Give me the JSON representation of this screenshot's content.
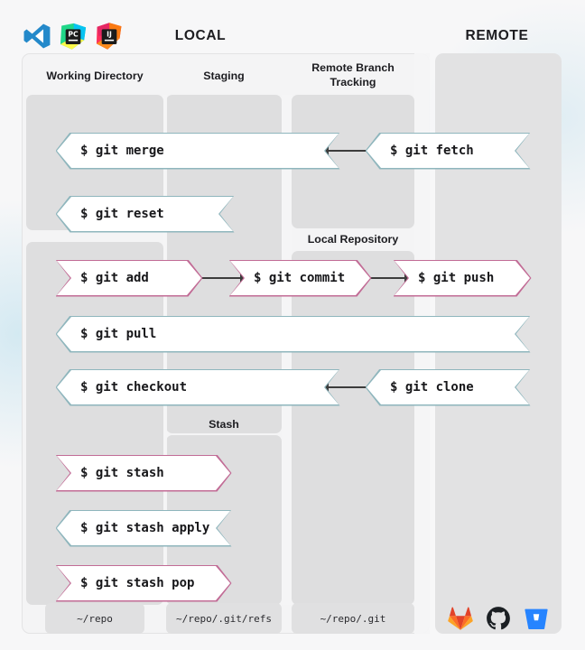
{
  "meta": {
    "colors": {
      "page_bg": "#f7f7f8",
      "panel_bg": "#e9e9ea",
      "track_bg": "#dededf",
      "ribbon_fill": "#ffffff",
      "edge_teal": "#8fb6bd",
      "edge_pink": "#c26c96",
      "connector": "#3c3c3c",
      "text": "#1c1c20"
    }
  },
  "topbar": {
    "ide_icons": [
      {
        "name": "vscode-icon",
        "label": "VS Code"
      },
      {
        "name": "pycharm-icon",
        "label": "PC"
      },
      {
        "name": "intellij-icon",
        "label": "IJ"
      }
    ],
    "local_title": "LOCAL",
    "remote_title": "REMOTE"
  },
  "columns": {
    "working_directory": {
      "header": "Working Directory",
      "path": "~/repo"
    },
    "staging": {
      "header": "Staging",
      "path": "~/repo/.git/refs",
      "section_label": "Stash"
    },
    "remote_branch_tracking": {
      "header": "Remote Branch\nTracking",
      "header_line1": "Remote Branch",
      "header_line2": "Tracking",
      "path": "~/repo/.git",
      "section_label": "Local Repository"
    },
    "remote": {
      "header": ""
    }
  },
  "sections": {
    "local_repository": "Local Repository",
    "stash": "Stash"
  },
  "commands": [
    {
      "id": "git-merge",
      "label": "$ git merge",
      "direction": "left",
      "color": "teal"
    },
    {
      "id": "git-fetch",
      "label": "$ git fetch",
      "direction": "left",
      "color": "teal"
    },
    {
      "id": "git-reset",
      "label": "$ git reset",
      "direction": "left",
      "color": "teal"
    },
    {
      "id": "git-add",
      "label": "$ git add",
      "direction": "right",
      "color": "pink"
    },
    {
      "id": "git-commit",
      "label": "$ git commit",
      "direction": "right",
      "color": "pink"
    },
    {
      "id": "git-push",
      "label": "$ git push",
      "direction": "right",
      "color": "pink"
    },
    {
      "id": "git-pull",
      "label": "$ git pull",
      "direction": "left",
      "color": "teal"
    },
    {
      "id": "git-checkout",
      "label": "$ git checkout",
      "direction": "left",
      "color": "teal"
    },
    {
      "id": "git-clone",
      "label": "$ git clone",
      "direction": "left",
      "color": "teal"
    },
    {
      "id": "git-stash",
      "label": "$ git stash",
      "direction": "right",
      "color": "pink"
    },
    {
      "id": "git-stash-apply",
      "label": "$ git stash apply",
      "direction": "left",
      "color": "teal"
    },
    {
      "id": "git-stash-pop",
      "label": "$ git stash pop",
      "direction": "right",
      "color": "pink"
    }
  ],
  "paths": {
    "working_directory": "~/repo",
    "staging": "~/repo/.git/refs",
    "local_repository": "~/repo/.git"
  },
  "remote_services": [
    {
      "name": "gitlab-icon",
      "label": "GitLab"
    },
    {
      "name": "github-icon",
      "label": "GitHub"
    },
    {
      "name": "bitbucket-icon",
      "label": "Bitbucket"
    }
  ]
}
